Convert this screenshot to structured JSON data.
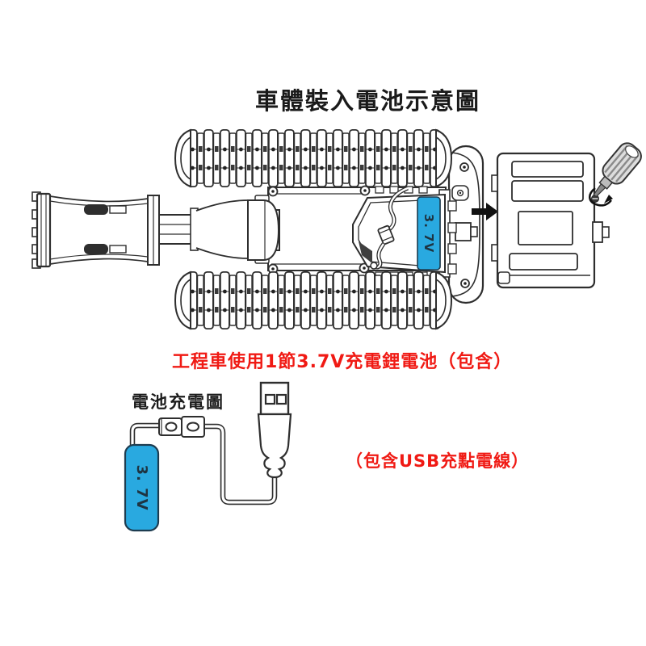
{
  "title": "車體裝入電池示意圖",
  "colors": {
    "battery_blue": "#29a9e0",
    "note_red": "#f01a14",
    "line_ink": "#2e2e2e"
  },
  "vehicle_section": {
    "battery_label": "3. 7V",
    "caption": "工程車使用1節3.7V充電鋰電池（包含）"
  },
  "charger_section": {
    "heading": "電池充電圖",
    "battery_label": "3. 7V",
    "note": "（包含USB充點電線）"
  }
}
